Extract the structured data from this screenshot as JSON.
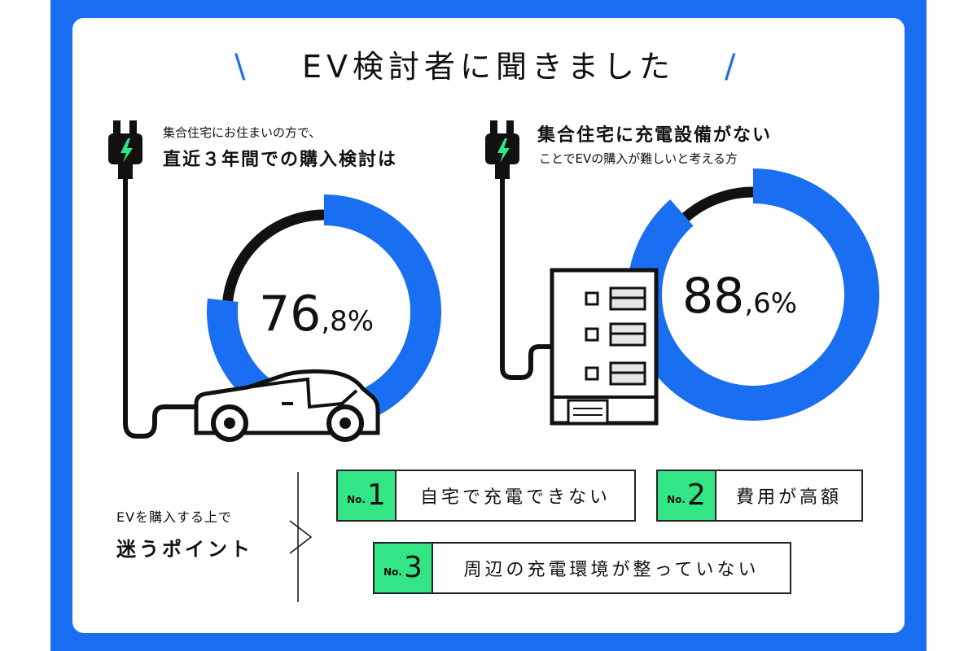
{
  "header": {
    "title": "EV検討者に聞きました"
  },
  "left": {
    "caption_line1": "集合住宅にお住まいの方で、",
    "caption_line2": "直近３年間での購入検討は",
    "value_int": "76",
    "value_dec": ",8%"
  },
  "right": {
    "caption_line1": "集合住宅に充電設備がない",
    "caption_line2": "ことでEVの購入が難しいと考える方",
    "value_int": "88",
    "value_dec": ",6%"
  },
  "points": {
    "label_small": "EVを購入する上で",
    "label_large": "迷うポイント",
    "items": [
      {
        "no_prefix": "No.",
        "no_num": "1",
        "text": "自宅で充電できない"
      },
      {
        "no_prefix": "No.",
        "no_num": "2",
        "text": "費用が高額"
      },
      {
        "no_prefix": "No.",
        "no_num": "3",
        "text": "周辺の充電環境が整っていない"
      }
    ]
  },
  "colors": {
    "accent": "#1a6ef2",
    "green": "#33e685",
    "dark": "#111111"
  },
  "icons": [
    "plug-icon",
    "lightning-icon",
    "car-icon",
    "building-icon"
  ],
  "chart_data": [
    {
      "type": "pie",
      "variant": "donut",
      "categories": [
        "",
        ""
      ],
      "values": [
        76.8,
        23.2
      ],
      "value_label": "76,8%"
    },
    {
      "type": "pie",
      "variant": "donut",
      "categories": [
        "",
        ""
      ],
      "values": [
        88.6,
        11.4
      ],
      "value_label": "88,6%"
    }
  ]
}
